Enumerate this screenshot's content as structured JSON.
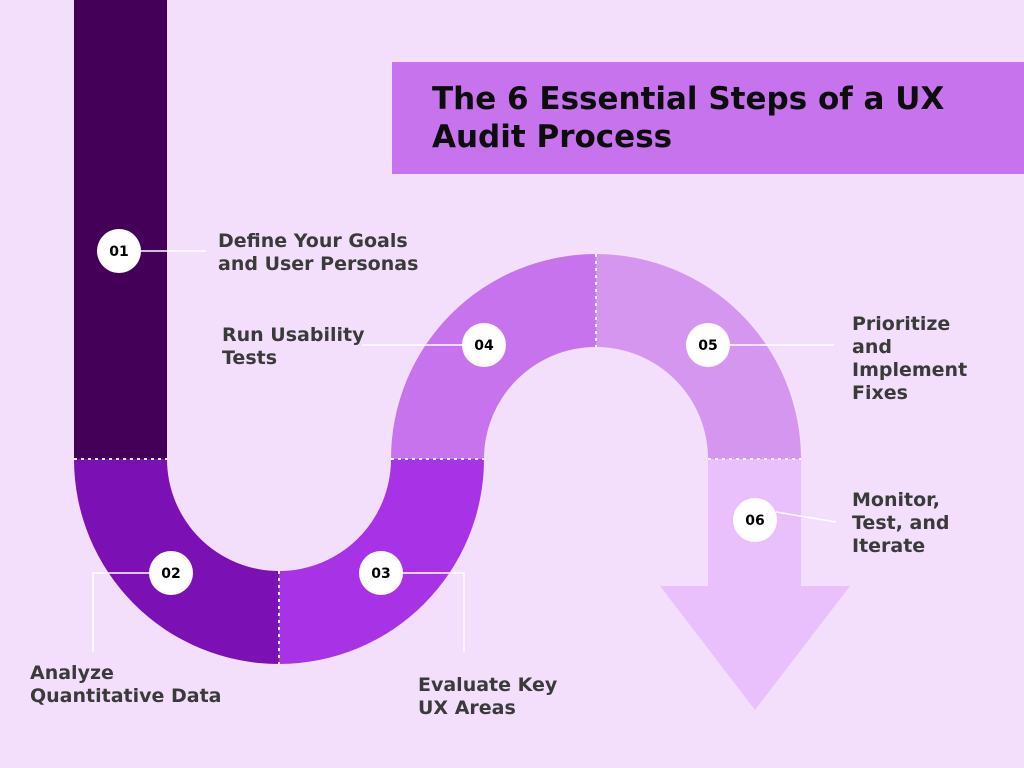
{
  "title": "The 6 Essential Steps of a UX Audit Process",
  "colors": {
    "background": "#f3dffb",
    "title_box": "#c773ee",
    "segment_1": "#440059",
    "segment_2": "#7b10b5",
    "segment_3": "#a833e6",
    "segment_4": "#c773ee",
    "segment_5": "#d596ef",
    "segment_6": "#e9c0fb"
  },
  "steps": [
    {
      "number": "01",
      "label": "Define Your Goals\nand User Personas"
    },
    {
      "number": "02",
      "label": "Analyze\nQuantitative Data"
    },
    {
      "number": "03",
      "label": "Evaluate Key\nUX Areas"
    },
    {
      "number": "04",
      "label": "Run Usability\nTests"
    },
    {
      "number": "05",
      "label": "Prioritize\nand\nImplement\nFixes"
    },
    {
      "number": "06",
      "label": "Monitor,\nTest, and\nIterate"
    }
  ]
}
